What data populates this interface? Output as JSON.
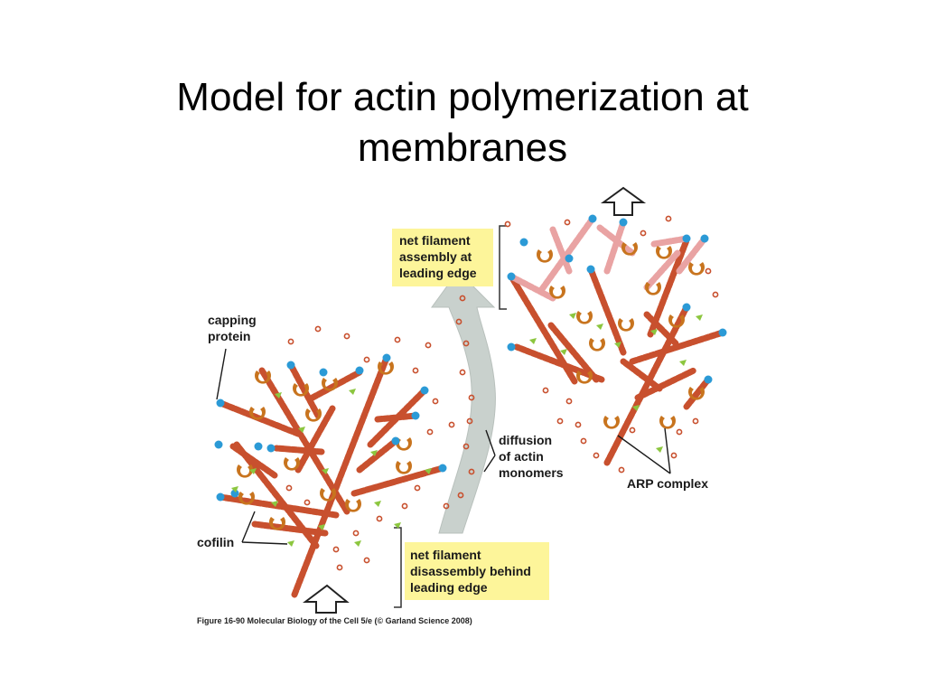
{
  "slide": {
    "title_line1": "Model for actin polymerization at",
    "title_line2": "membranes"
  },
  "figure": {
    "boxes": {
      "top_line1": "net filament",
      "top_line2": "assembly at",
      "top_line3": "leading edge",
      "bottom_line1": "net filament",
      "bottom_line2": "disassembly behind",
      "bottom_line3": "leading edge"
    },
    "labels": {
      "capping_line1": "capping",
      "capping_line2": "protein",
      "cofilin": "cofilin",
      "diffusion_line1": "diffusion",
      "diffusion_line2": "of actin",
      "diffusion_line3": "monomers",
      "arp": "ARP complex"
    },
    "caption": "Figure 16-90  Molecular Biology of the Cell 5/e (© Garland Science 2008)"
  },
  "colors": {
    "box_fill": "#fdf59a",
    "filament": "#c8502e",
    "filament_new": "#e9a3a3",
    "arp": "#c8741e",
    "capping": "#2b9ad6",
    "cofilin": "#8cc63f",
    "diffusion_arrow": "#c9d1cd"
  }
}
